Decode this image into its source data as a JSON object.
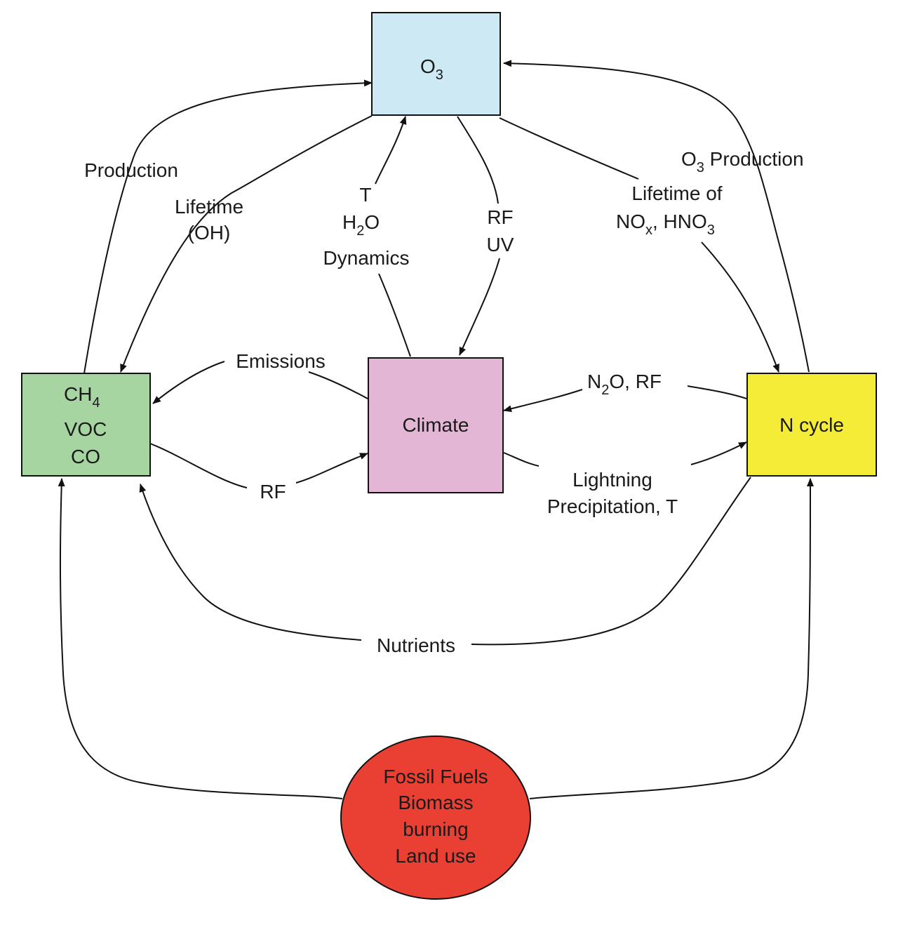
{
  "nodes": {
    "o3": {
      "main": "O",
      "sub": "3",
      "color": "#cde9f4"
    },
    "chem": {
      "line1_main": "CH",
      "line1_sub": "4",
      "line2": "VOC",
      "line3": "CO",
      "color": "#a6d5a1"
    },
    "climate": {
      "label": "Climate",
      "color": "#e2b6d4"
    },
    "ncycle": {
      "label": "N cycle",
      "color": "#f5ec38"
    },
    "sources": {
      "line1": "Fossil Fuels",
      "line2": "Biomass",
      "line3": "burning",
      "line4": "Land use",
      "color": "#ea4034"
    }
  },
  "edge_labels": {
    "production": "Production",
    "lifetime_oh_1": "Lifetime",
    "lifetime_oh_2": "(OH)",
    "t": "T",
    "h2o_main1": "H",
    "h2o_sub": "2",
    "h2o_main2": "O",
    "dynamics": "Dynamics",
    "rf_uv_1": "RF",
    "rf_uv_2": "UV",
    "lifetime_nox_1": "Lifetime of",
    "nox_main": "NO",
    "nox_sub": "x",
    "hno3_main": ", HNO",
    "hno3_sub": "3",
    "o3prod_main": "O",
    "o3prod_sub": "3",
    "o3prod_rest": " Production",
    "emissions": "Emissions",
    "n2o_main1": "N",
    "n2o_sub": "2",
    "n2o_main2": "O, RF",
    "rf": "RF",
    "lightning_1": "Lightning",
    "lightning_2": "Precipitation, T",
    "nutrients": "Nutrients"
  }
}
